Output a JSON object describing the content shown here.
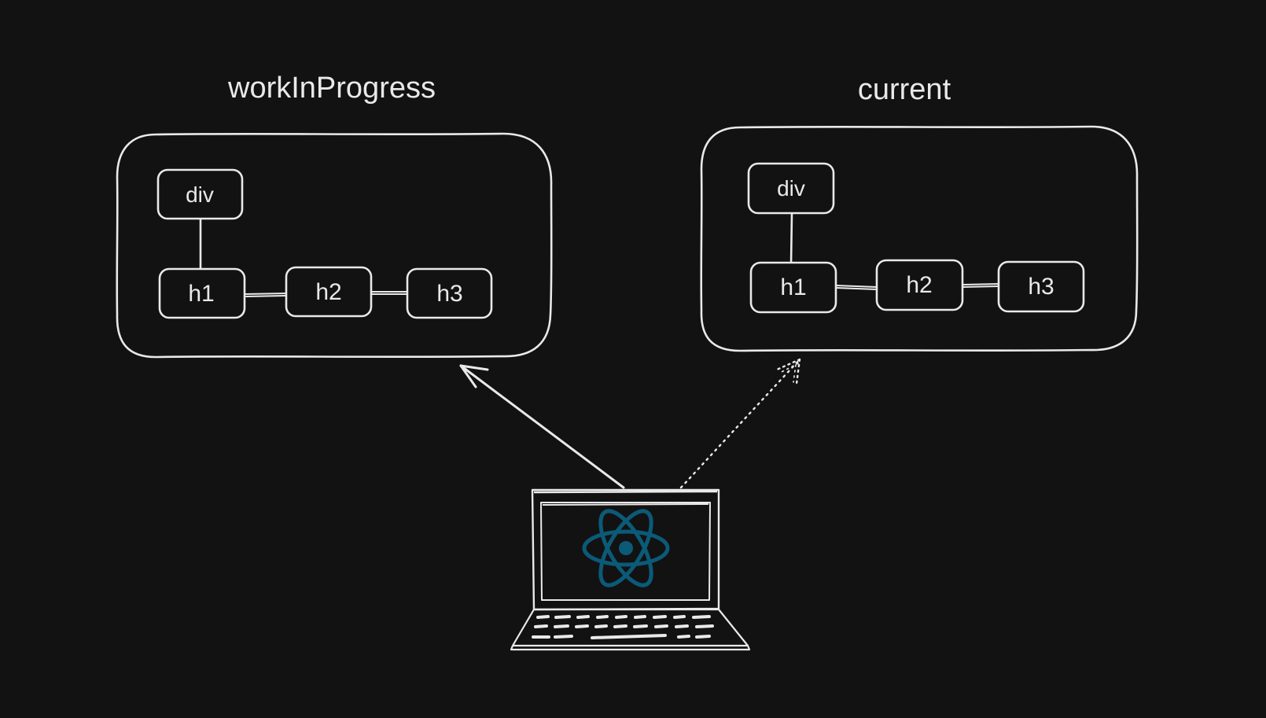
{
  "trees": [
    {
      "title": "workInProgress",
      "nodes": {
        "root": "div",
        "children": [
          "h1",
          "h2",
          "h3"
        ]
      }
    },
    {
      "title": "current",
      "nodes": {
        "root": "div",
        "children": [
          "h1",
          "h2",
          "h3"
        ]
      }
    }
  ],
  "laptop": {
    "screen_icon": "react-logo-icon"
  },
  "links": [
    {
      "from": "laptop",
      "to": "workInProgress",
      "style": "solid"
    },
    {
      "from": "laptop",
      "to": "current",
      "style": "dotted"
    }
  ],
  "colors": {
    "background": "#121212",
    "stroke": "#e9e9e9",
    "text": "#e9e9e9",
    "react": "#0b5a78"
  }
}
